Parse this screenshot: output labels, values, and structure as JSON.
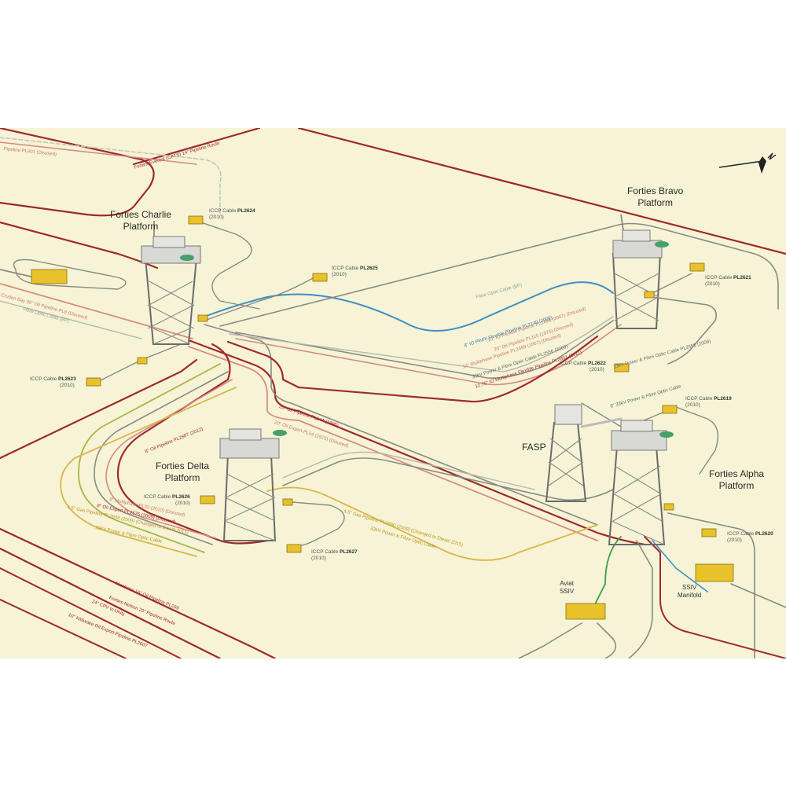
{
  "platforms": {
    "charlie": {
      "line1": "Forties Charlie",
      "line2": "Platform"
    },
    "bravo": {
      "line1": "Forties Bravo",
      "line2": "Platform"
    },
    "delta": {
      "line1": "Forties Delta",
      "line2": "Platform"
    },
    "alpha": {
      "line1": "Forties Alpha",
      "line2": "Platform"
    },
    "fasp": {
      "line1": "FASP"
    }
  },
  "structures": {
    "aviat": {
      "line1": "Aviat",
      "line2": "SSIV"
    },
    "ssiv": {
      "line1": "SSIV",
      "line2": "Manifold"
    }
  },
  "cables": {
    "pl2624": {
      "prefix": "ICCP Cable ",
      "code": "PL2624",
      "year": "(2010)"
    },
    "pl2625": {
      "prefix": "ICCP Cable ",
      "code": "PL2625",
      "year": "(2010)"
    },
    "pl2623": {
      "prefix": "ICCP Cable ",
      "code": "PL2623",
      "year": "(2010)"
    },
    "pl2621": {
      "prefix": "ICCP Cable ",
      "code": "PL2621",
      "year": "(2010)"
    },
    "pl2622": {
      "prefix": "ICCP Cable ",
      "code": "PL2622",
      "year": "(2010)"
    },
    "pl2619": {
      "prefix": "ICCP Cable ",
      "code": "PL2619",
      "year": "(2010)"
    },
    "pl2626": {
      "prefix": "ICCP Cable ",
      "code": "PL2626",
      "year": "(2010)"
    },
    "pl2627": {
      "prefix": "ICCP Cable ",
      "code": "PL2627",
      "year": "(2010)"
    },
    "pl2620": {
      "prefix": "ICCP Cable ",
      "code": "PL2620",
      "year": "(2010)"
    }
  },
  "routes": {
    "cats": "Forties-Everest (CATS) 14\" Pipeline Route",
    "pl401": "Pipeline PL401 (Disused)",
    "cruden": "Cruden Bay 30\" Oil Pipeline PL8 (Disused)",
    "fibre_left": "Fibre Optic Cable (BP)",
    "fibre_bravo": "Fibre Optic Cable (BP)",
    "pl2140": "8\" IO PWRI Flexible Pipeline PL2140 (2006)",
    "pl2498": "10\" IO Flexible Pipeline PL2498 (2007) (Disused)",
    "pl115": "20\" Oil Pipeline PL115 (1975) (Disused)",
    "multiphase14": "14\" Multiphase Pipeline PL2499 (2007) (Disused)",
    "power_fibre_bravo": "33kV Power & Fibre Optic Cable PL2556 (2009)",
    "pl2851": "12.75\" IO Multiphase Flexible Pipeline PL2851 (2011)",
    "power_fibre_alpha": "33kV Power & Fibre Optic Cable PL2555 (2009)",
    "alpha_cable": "6\" 33kV Power & Fibre Optic Cable",
    "pl2887": "8\" Oil Pipeline PL2887 (2012)",
    "pl54a": "20\" Oil Pipeline PL54A (1995)",
    "pl54": "20\" Oil Export PL54 (1975) (Disused)",
    "multi_delta": "8\" Multiphase PL53 (2010) (Disused)",
    "oil_export_delta": "8\" Oil Export PL2575 (2009) (Disused)",
    "gas_delta": "4.5\" Gas Pipeline PL2608 (2009) (Changed to Diesel 2015)",
    "power_delta": "33kV Power & Fibre Optic Cable",
    "gas_alpha": "4.5\" Gas Pipeline PL2660 (2009) (Changed to Diesel 2015)",
    "power_alpha2": "33kV Power & Fibre Optic Cable",
    "montrose": "Montrose 16\" Oil Pipeline PL299",
    "nelson": "Forties-Nelson 20\" Pipeline Route",
    "cpv": "24\" CPV to Unity",
    "kittiwake": "10\" Kittiwake Oil Export Pipeline PL2007"
  },
  "colors": {
    "background": "#f7f3d6",
    "oil_red": "#9e2a2b",
    "disused_red": "#d38d84",
    "grey": "#8a8a84",
    "light_grey": "#b8b6ad",
    "blue": "#3d8fc4",
    "yellow": "#d9b64a",
    "olive": "#a9b54a",
    "green": "#3f9a4a",
    "structure_yellow": "#e8c22a"
  }
}
